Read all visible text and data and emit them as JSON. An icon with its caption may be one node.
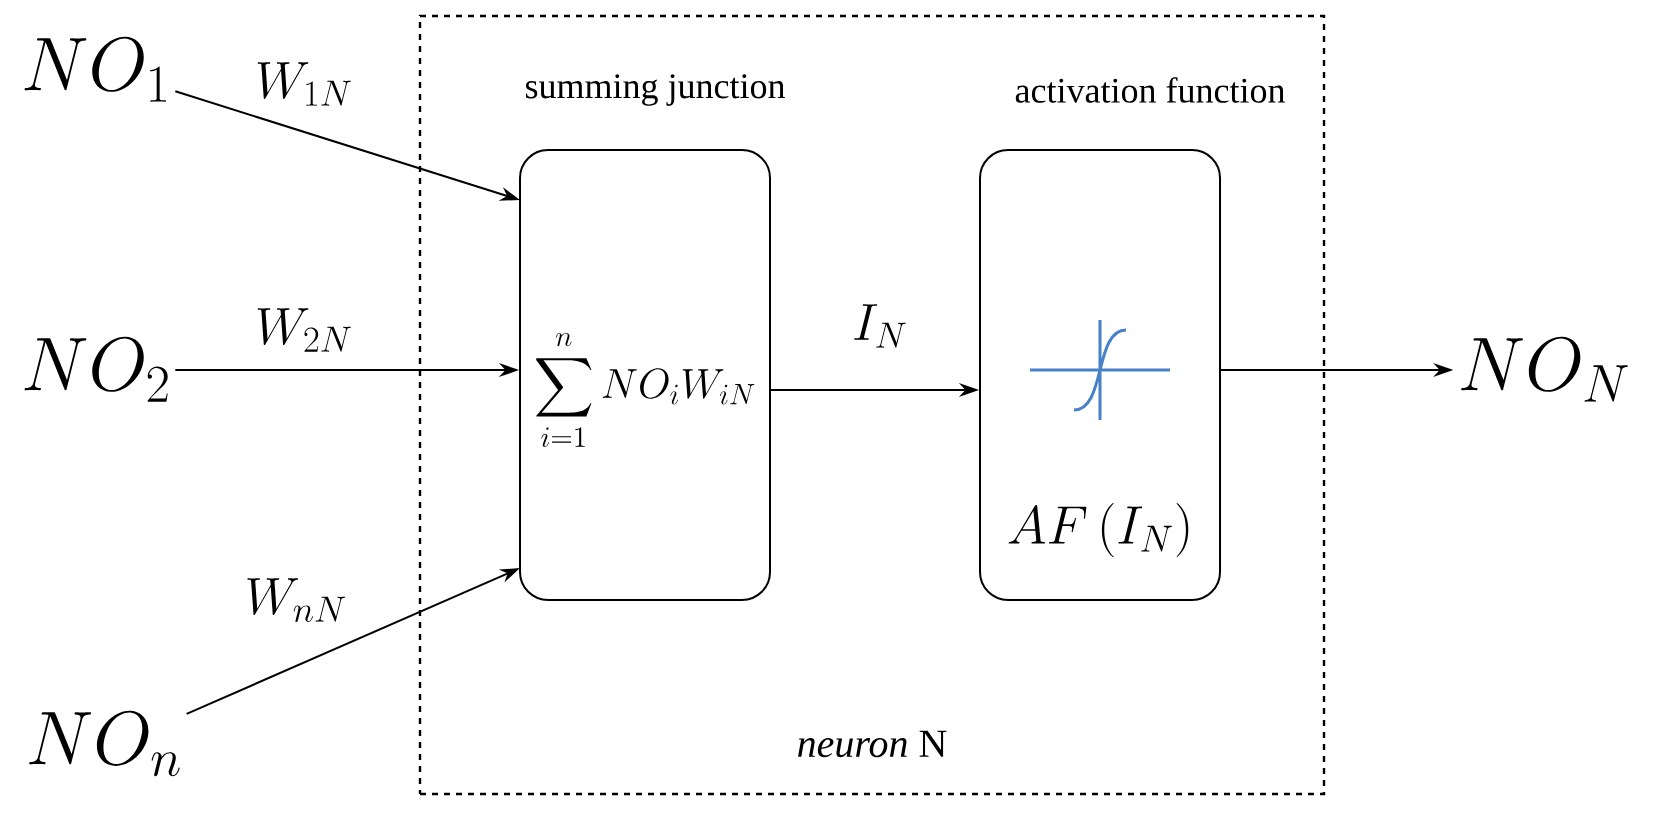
{
  "diagram": {
    "nodes": [
      {
        "text": [
          "*neuron* N"
        ]
      },
      {
        "text": [
          "summing junction",
          "\\sum_{i=1}^{n} NO_{i}W_{iN}"
        ],
        "in": 0
      },
      {
        "text": [
          "activation function",
          "AF\\left(I_{N}\\right)"
        ],
        "in": 0
      },
      {
        "text": [
          "NO_{1}"
        ]
      },
      {
        "text": [
          "NO_{2}"
        ]
      },
      {
        "text": [
          "NO_{n}"
        ]
      },
      {
        "text": [
          "NO_{N}"
        ]
      }
    ],
    "edges": [
      {
        "from": 3,
        "to": 1,
        "arrow": "to",
        "label": "W_{1N}"
      },
      {
        "from": 4,
        "to": 1,
        "arrow": "to",
        "label": "W_{2N}"
      },
      {
        "from": 5,
        "to": 1,
        "arrow": "to",
        "label": "W_{nN}"
      },
      {
        "from": 1,
        "to": 2,
        "arrow": "to",
        "label": "I_{N}"
      },
      {
        "from": 2,
        "to": 6,
        "arrow": "to"
      }
    ]
  }
}
